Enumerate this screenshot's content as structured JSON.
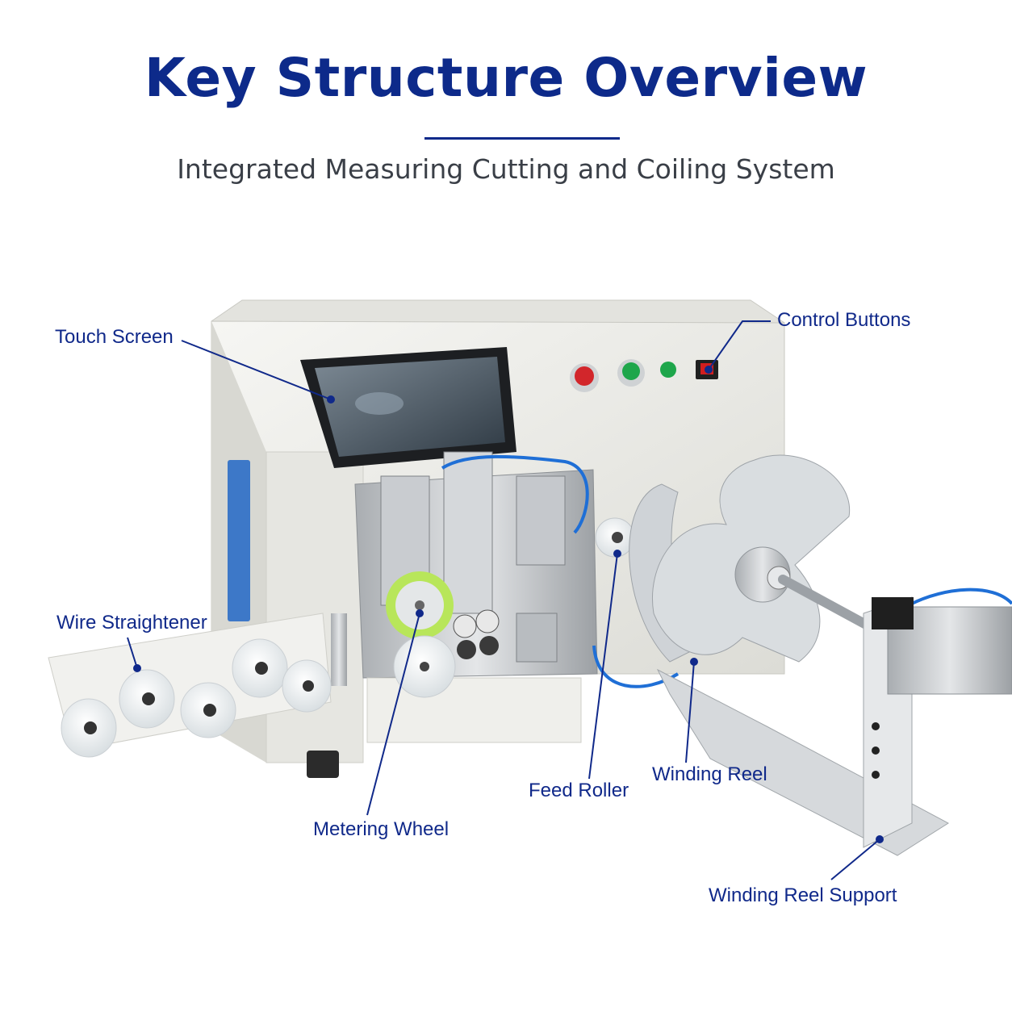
{
  "header": {
    "title": "Key Structure Overview",
    "subtitle": "Integrated Measuring Cutting and Coiling System"
  },
  "callouts": {
    "touch_screen": "Touch Screen",
    "control_buttons": "Control Buttons",
    "wire_straightener": "Wire Straightener",
    "metering_wheel": "Metering Wheel",
    "feed_roller": "Feed Roller",
    "winding_reel": "Winding Reel",
    "winding_reel_support": "Winding Reel Support"
  },
  "colors": {
    "title": "#0d2a8a",
    "callout": "#10298a",
    "subtitle": "#3a3f47",
    "machine_body": "#eeeeea",
    "metering_wheel_accent": "#b8e65a",
    "air_hose": "#1f6fd6"
  }
}
